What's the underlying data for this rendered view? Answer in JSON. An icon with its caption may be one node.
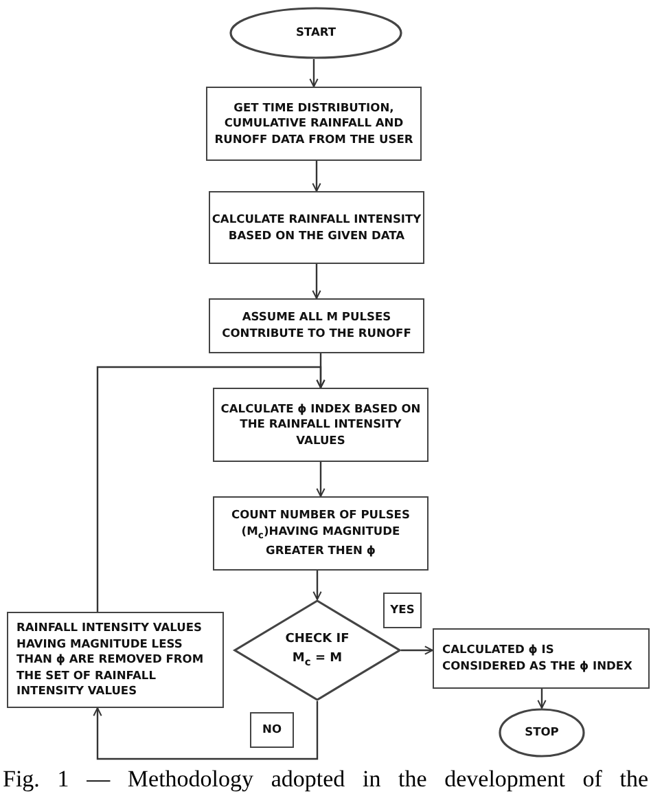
{
  "diagram": {
    "caption": "Fig. 1 — Methodology adopted in the development of the",
    "nodes": [
      {
        "text": [
          "START"
        ]
      },
      {
        "text": [
          "GET TIME DISTRIBUTION, CUMULATIVE RAINFALL AND RUNOFF DATA FROM THE USER"
        ]
      },
      {
        "text": [
          "CALCULATE RAINFALL INTENSITY BASED ON THE GIVEN DATA"
        ]
      },
      {
        "text": [
          "ASSUME ALL M PULSES CONTRIBUTE TO THE RUNOFF"
        ]
      },
      {
        "text": [
          "CALCULATE ϕ INDEX BASED ON THE RAINFALL INTENSITY VALUES"
        ]
      },
      {
        "text": [
          "COUNT NUMBER OF PULSES (M$_{c}$)HAVING MAGNITUDE GREATER THEN ϕ"
        ]
      },
      {
        "text": [
          "CHECK IF M$_{c}$ = M"
        ]
      },
      {
        "text": [
          "YES"
        ]
      },
      {
        "text": [
          "RAINFALL INTENSITY VALUES HAVING MAGNITUDE LESS THAN ϕ ARE REMOVED FROM THE SET OF RAINFALL INTENSITY VALUES"
        ]
      },
      {
        "text": [
          "NO"
        ]
      },
      {
        "text": [
          "CALCULATED ϕ IS CONSIDERED AS THE ϕ INDEX"
        ]
      },
      {
        "text": [
          "STOP"
        ]
      }
    ],
    "edges": [
      {
        "from": 0,
        "to": 1,
        "arrow": "to"
      },
      {
        "from": 1,
        "to": 2,
        "arrow": "to"
      },
      {
        "from": 2,
        "to": 3,
        "arrow": "to"
      },
      {
        "from": 3,
        "to": 4,
        "arrow": "to"
      },
      {
        "from": 4,
        "to": 5,
        "arrow": "to"
      },
      {
        "from": 5,
        "to": 6,
        "arrow": "to"
      },
      {
        "from": 6,
        "to": 10,
        "arrow": "to"
      },
      {
        "from": 10,
        "to": 11,
        "arrow": "to"
      },
      {
        "from": 6,
        "to": 8,
        "arrow": "to"
      },
      {
        "from": 8,
        "to": 4,
        "arrow": "to"
      }
    ]
  }
}
